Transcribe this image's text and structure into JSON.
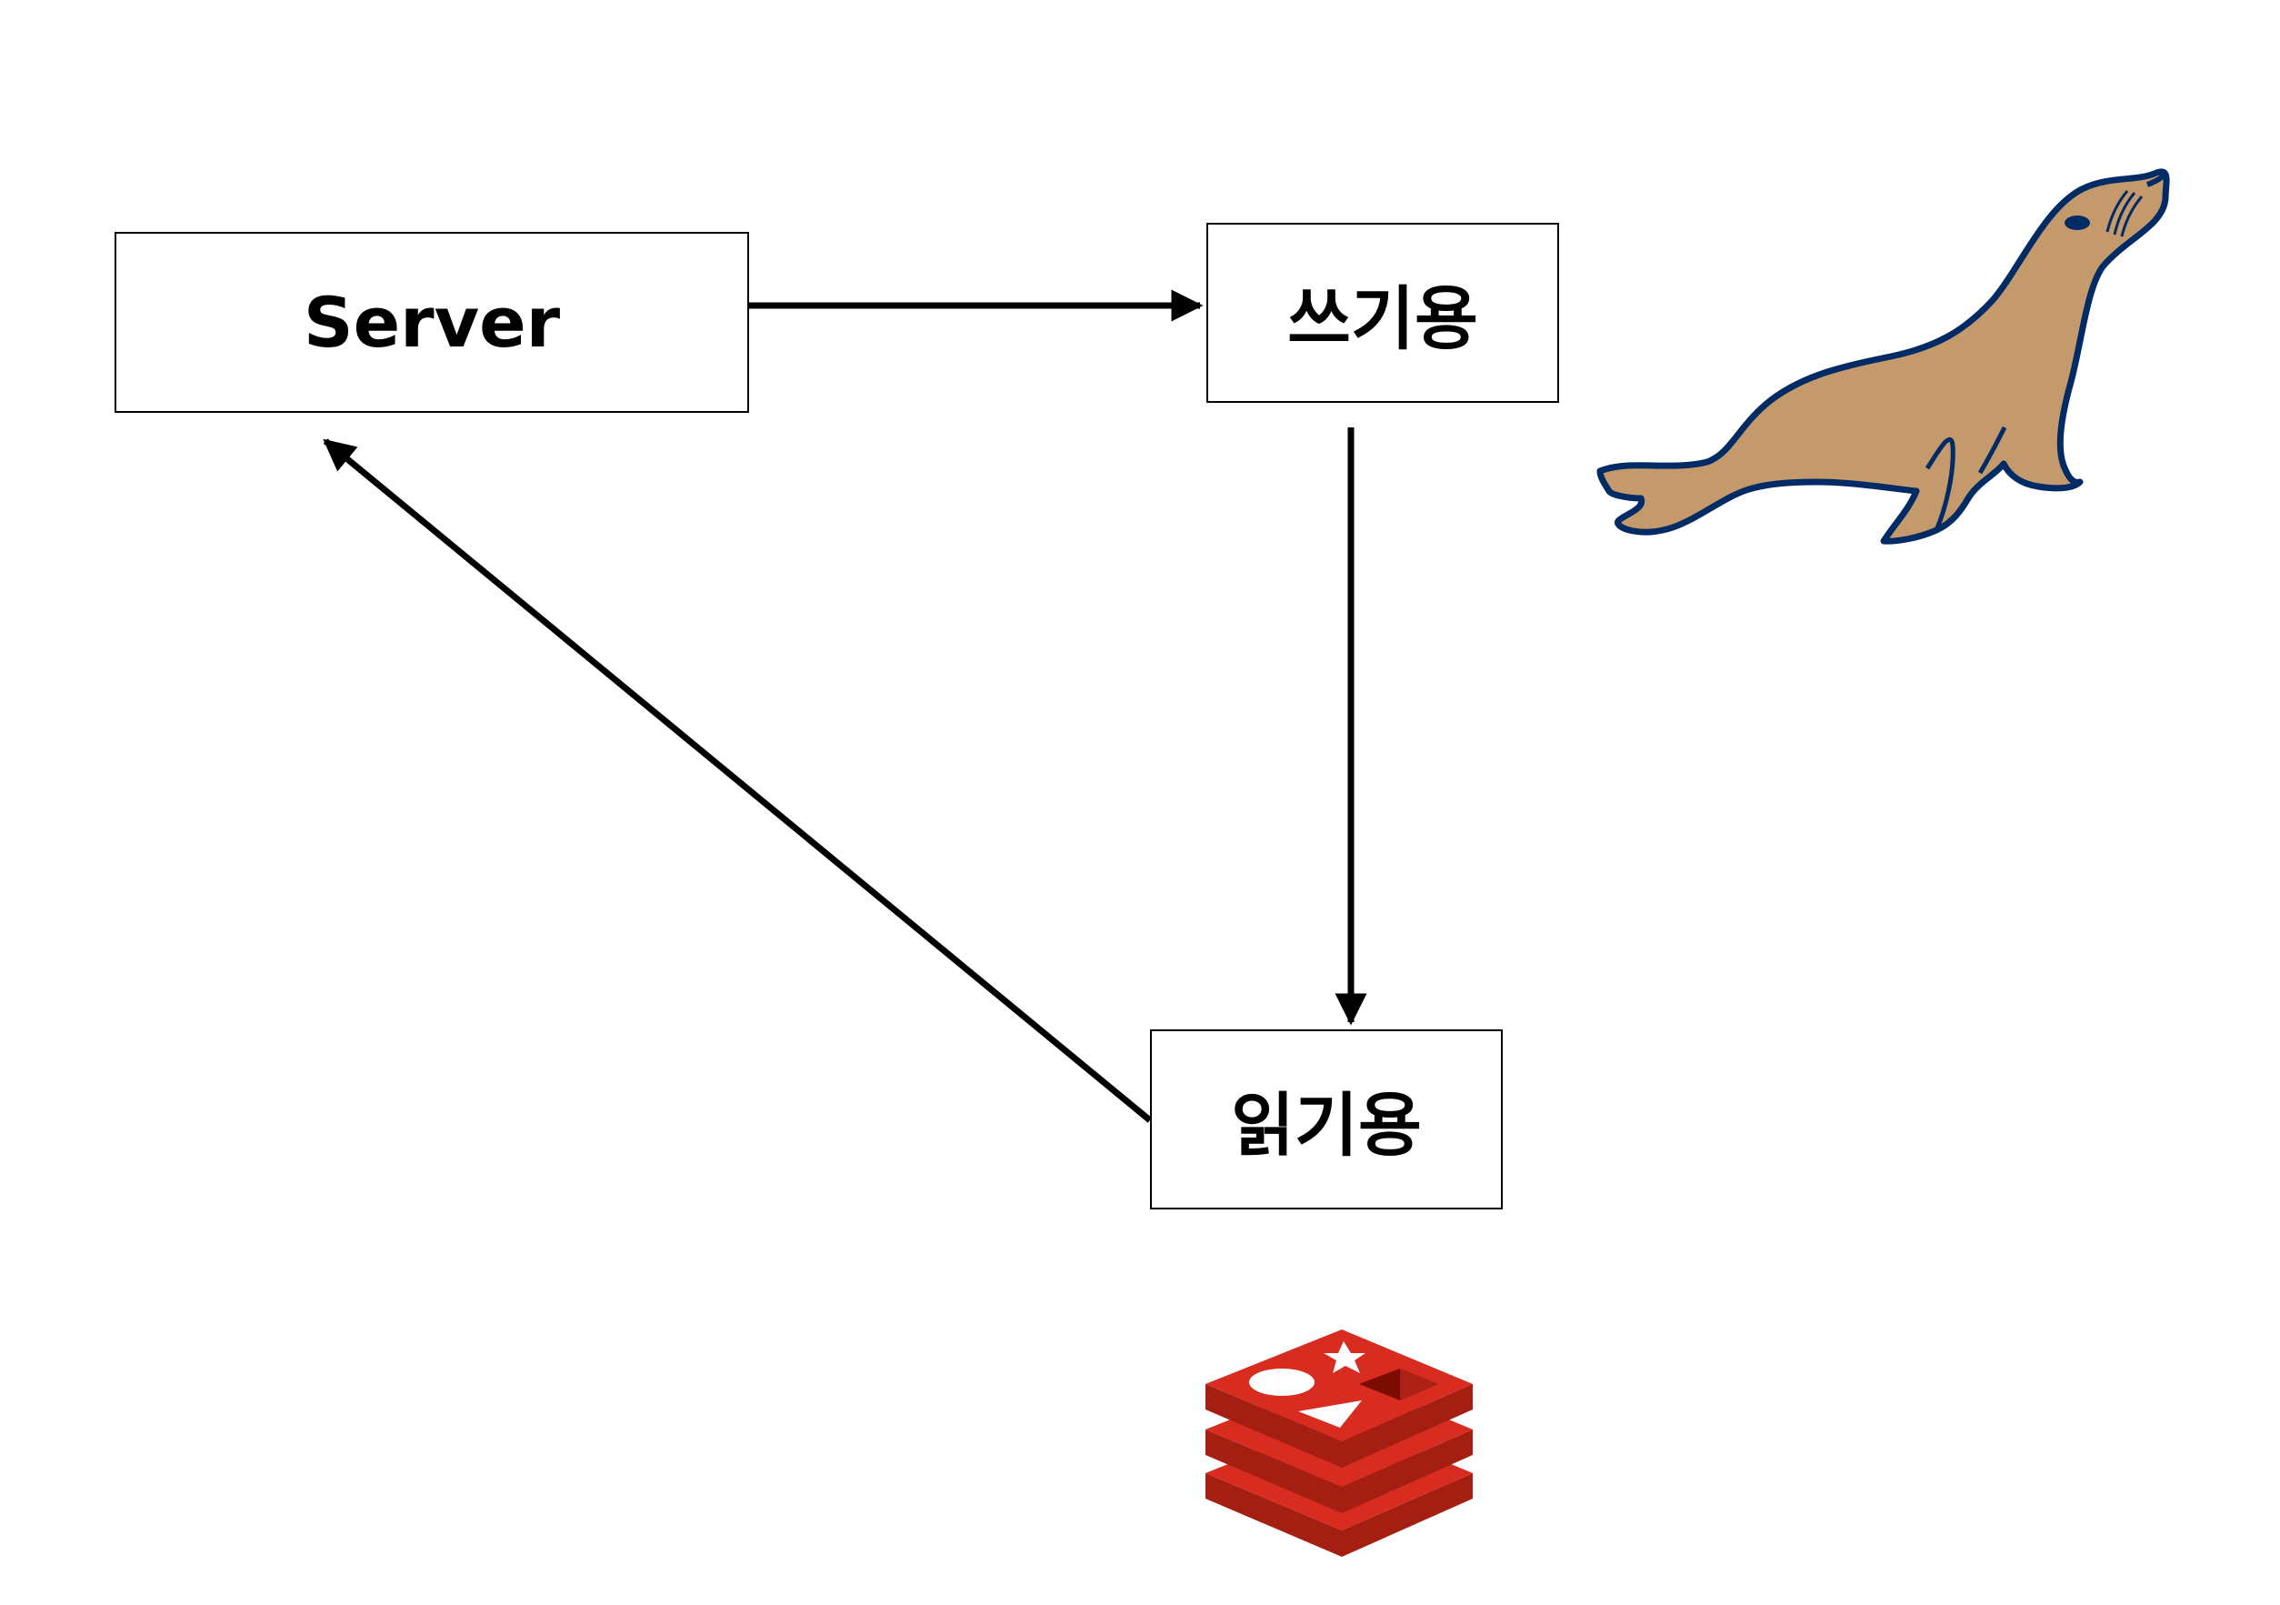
{
  "nodes": {
    "server": {
      "label": "Server"
    },
    "write": {
      "label": "쓰기용"
    },
    "read": {
      "label": "읽기용"
    }
  },
  "edges": [
    {
      "from": "server",
      "to": "write"
    },
    {
      "from": "write",
      "to": "read"
    },
    {
      "from": "read",
      "to": "server"
    }
  ],
  "icons": {
    "write_store": "mariadb-seal-icon",
    "read_store": "redis-icon"
  },
  "colors": {
    "seal_body": "#c49a6c",
    "seal_outline": "#002b64",
    "redis_red": "#d82c20",
    "redis_dark": "#a41e11"
  }
}
